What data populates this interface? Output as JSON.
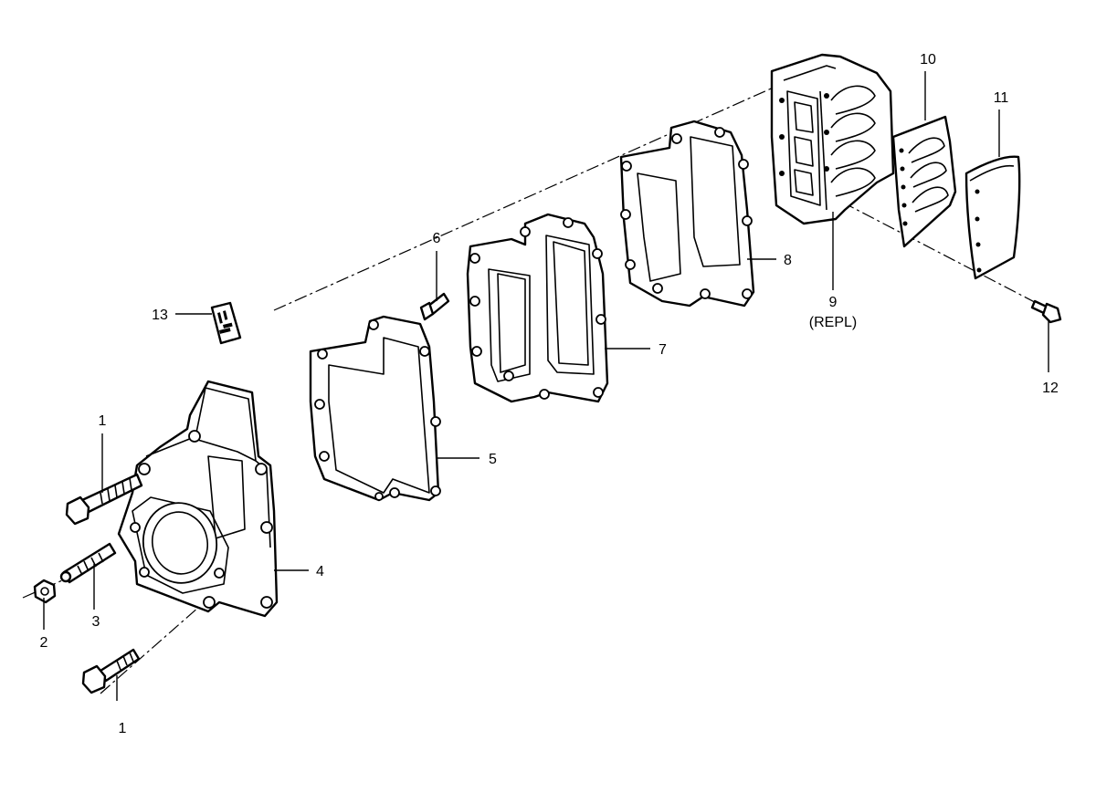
{
  "diagram": {
    "callouts": {
      "c1_top": "1",
      "c1_bottom": "1",
      "c2": "2",
      "c3": "3",
      "c4": "4",
      "c5": "5",
      "c6": "6",
      "c7": "7",
      "c8": "8",
      "c9": "9",
      "c9_note": "(REPL)",
      "c10": "10",
      "c11": "11",
      "c12": "12",
      "c13": "13"
    }
  }
}
